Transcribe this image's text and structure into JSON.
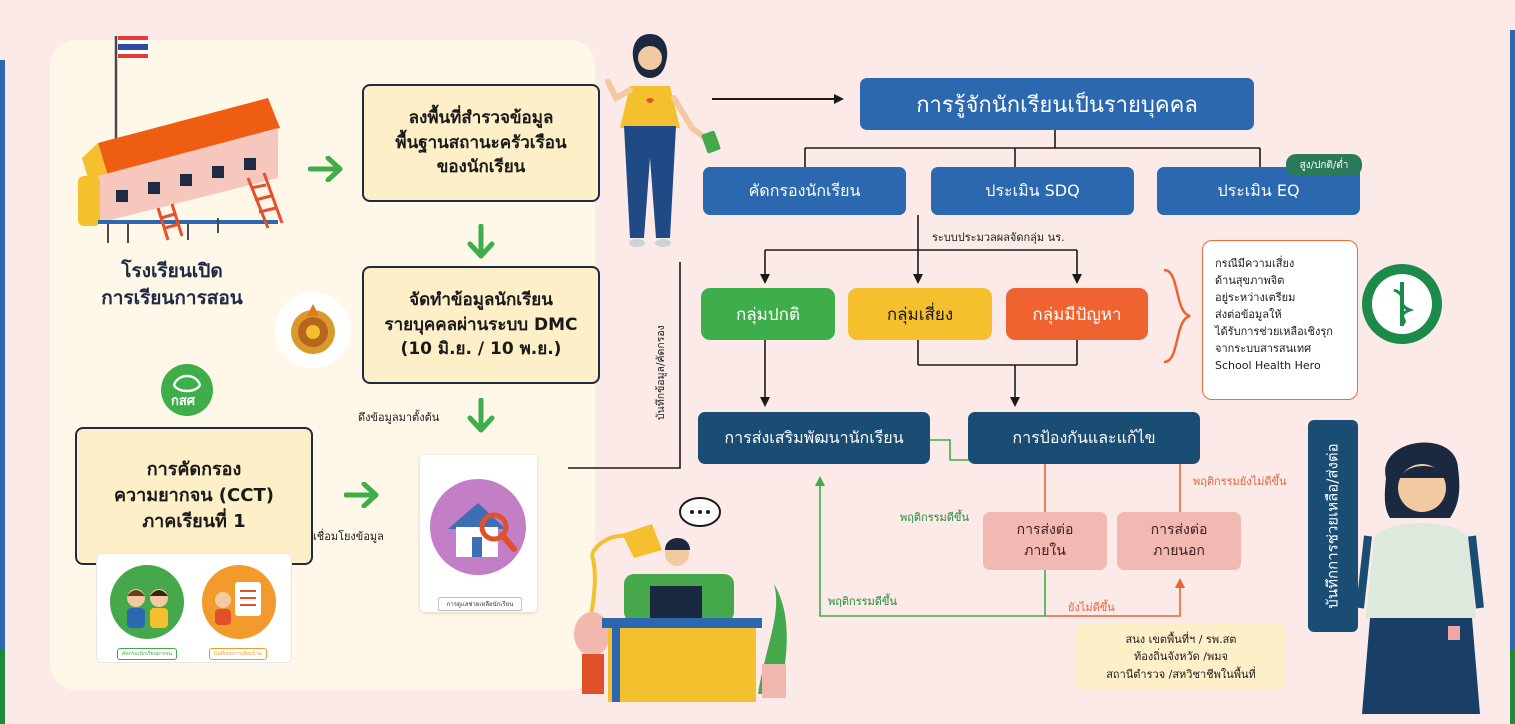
{
  "school": {
    "title": "โรงเรียนเปิด\nการเรียนการสอน"
  },
  "steps": {
    "survey": "ลงพื้นที่สำรวจข้อมูล\nพื้นฐานสถานะครัวเรือน\nของนักเรียน",
    "dmc": "จัดทำข้อมูลนักเรียน\nรายบุคคลผ่านระบบ DMC\n(10 มิ.ย. / 10 พ.ย.)",
    "cct": "การคัดกรอง\nความยากจน (CCT)\nภาคเรียนที่ 1"
  },
  "labels": {
    "pull_data": "ดึงข้อมูลมาตั้งต้น",
    "link_data": "เชื่อมโยงข้อมูล",
    "record_screen": "บันทึกข้อมูล/คัดกรอง",
    "process_groups": "ระบบประมวลผลจัดกลุ่ม นร.",
    "improved_1": "พฤติกรรมดีขึ้น",
    "improved_2": "พฤติกรรมดีขึ้น",
    "not_improved": "พฤติกรรมยังไม่ดีขึ้น",
    "not_yet_improved": "ยังไม่ดีขึ้น"
  },
  "logos": {
    "gkas": "กสศ"
  },
  "cct_card": {
    "left_caption": "คัดกรองนักเรียนยากจน",
    "right_caption": "บันทึกผลการเยี่ยมบ้าน"
  },
  "doc_card": {
    "caption": "การดูแลช่วยเหลือนักเรียน"
  },
  "flow": {
    "main": "การรู้จักนักเรียนเป็นรายบุคคล",
    "screen": "คัดกรองนักเรียน",
    "sdq": "ประเมิน SDQ",
    "eq": "ประเมิน EQ",
    "eq_tag": "สูง/ปกติ/ต่ำ",
    "group_normal": "กลุ่มปกติ",
    "group_risk": "กลุ่มเสี่ยง",
    "group_problem": "กลุ่มมีปัญหา",
    "promote": "การส่งเสริมพัฒนานักเรียน",
    "prevent": "การป้องกันและแก้ไข",
    "refer_in": "การส่งต่อ\nภายใน",
    "refer_out": "การส่งต่อ\nภายนอก"
  },
  "risk_note": "กรณีมีความเสี่ยง\nด้านสุขภาพจิต\nอยู่ระหว่างเตรียม\nส่งต่อข้อมูลให้\nได้รับการช่วยเหลือเชิงรุก\nจากระบบสารสนเทศ\nSchool Health Hero",
  "agencies": "สนง เขตพื้นที่ฯ / รพ.สต\nท้องถิ่นจังหวัด /พมจ\nสถานีตำรวจ /สหวิชาชีพในพื้นที่",
  "record_help": "บันทึกการช่วยเหลือ/ส่งต่อ",
  "colors": {
    "blue": "#2b68b0",
    "navy": "#1a4d74",
    "green": "#3dae49",
    "yellow": "#f5c02e",
    "orange": "#ee6330",
    "pink": "#f2b9b3",
    "cream": "#fdf0c8",
    "background": "#fbeae8"
  }
}
